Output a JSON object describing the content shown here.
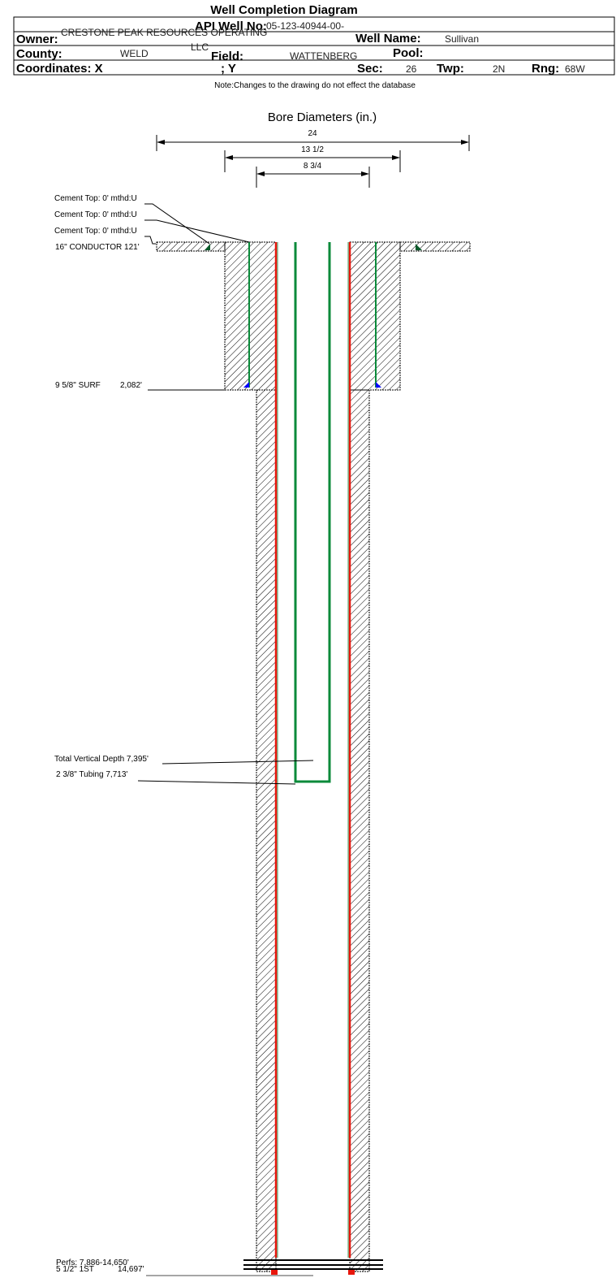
{
  "title": "Well Completion Diagram",
  "header": {
    "api_label": "API Well No:",
    "api_value": "05-123-40944-00-",
    "owner_label": "Owner:",
    "owner_value_line1": "CRESTONE PEAK RESOURCES OPERATING",
    "owner_value_line2": "LLC",
    "well_name_label": "Well Name:",
    "well_name_value": "Sullivan",
    "county_label": "County:",
    "county_value": "WELD",
    "field_label": "Field:",
    "field_value": "WATTENBERG",
    "pool_label": "Pool:",
    "coords_label": "Coordinates: X",
    "y_label": "; Y",
    "sec_label": "Sec:",
    "sec_value": "26",
    "twp_label": "Twp:",
    "twp_value": "2N",
    "rng_label": "Rng:",
    "rng_value": "68W"
  },
  "note": "Note:Changes to the drawing do not effect the database",
  "bore": {
    "title": "Bore Diameters (in.)",
    "dims": [
      "24",
      "13 1/2",
      "8 3/4"
    ]
  },
  "labels": {
    "cement_top_1": "Cement Top: 0' mthd:U",
    "cement_top_2": "Cement Top: 0' mthd:U",
    "cement_top_3": "Cement Top: 0' mthd:U",
    "conductor": "16\" CONDUCTOR  121'",
    "surf": "9 5/8\" SURF",
    "surf_depth": "2,082'",
    "tvd": "Total Vertical Depth 7,395'",
    "tubing": "2 3/8\" Tubing 7,713'",
    "perfs": "Perfs: 7,886-14,650'",
    "prod": "5 1/2\" 1ST",
    "prod_depth": "14,697'"
  },
  "colors": {
    "production_casing": "#e8160c",
    "surface_casing": "#0a8a3a",
    "tubing": "#0a8a3a",
    "cement_toe": "#0000ff"
  }
}
